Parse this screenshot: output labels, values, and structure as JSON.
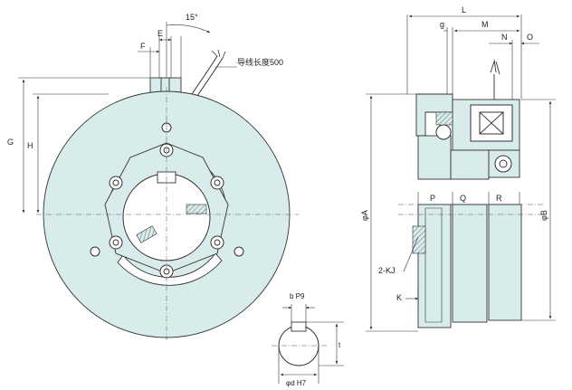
{
  "front_view": {
    "angle_label": "15°",
    "dim_f": "F",
    "dim_e": "E",
    "dim_g": "G",
    "dim_h": "H",
    "lead_wire_label": "导线长度500"
  },
  "key_detail": {
    "dim_b": "b P9",
    "dim_t": "t",
    "dim_d": "φd H7"
  },
  "side_view": {
    "dim_l": "L",
    "dim_g": "g",
    "dim_m": "M",
    "dim_n": "N",
    "dim_o": "O",
    "dim_p": "P",
    "dim_q": "Q",
    "dim_r": "R",
    "dim_a": "φA",
    "dim_b": "φB",
    "dim_kj": "2-KJ",
    "dim_k": "K"
  },
  "colors": {
    "body_fill": "#d8ecec",
    "outline": "#333333"
  }
}
